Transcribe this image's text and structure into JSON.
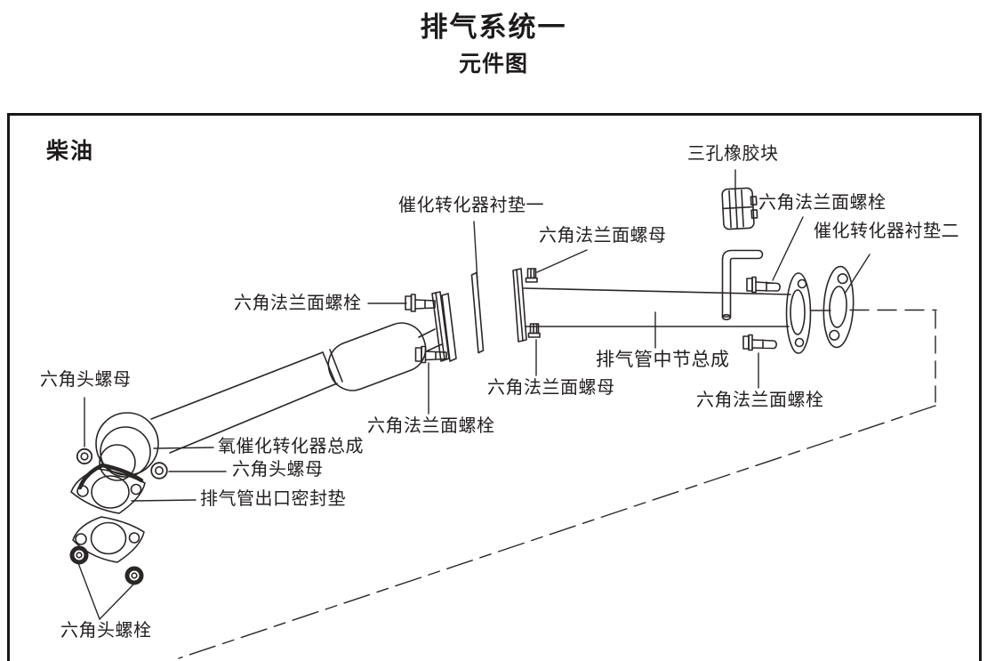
{
  "page": {
    "title": "排气系统一",
    "subtitle": "元件图"
  },
  "diagram": {
    "fuel_type_label": "柴油",
    "line_color": "#2b2626",
    "labels": {
      "rubber_block": "三孔橡胶块",
      "bolt_right": "六角法兰面螺栓",
      "gasket2": "催化转化器衬垫二",
      "gasket1": "催化转化器衬垫一",
      "nut_top": "六角法兰面螺母",
      "bolt_left": "六角法兰面螺栓",
      "hex_nut_1": "六角头螺母",
      "mid_pipe": "排气管中节总成",
      "nut_bottom": "六角法兰面螺母",
      "bolt_mid": "六角法兰面螺栓",
      "bolt_bottom_right": "六角法兰面螺栓",
      "oxy_cat": "氧催化转化器总成",
      "hex_nut_2": "六角头螺母",
      "outlet_gasket": "排气管出口密封垫",
      "hex_bolt": "六角头螺栓"
    }
  }
}
